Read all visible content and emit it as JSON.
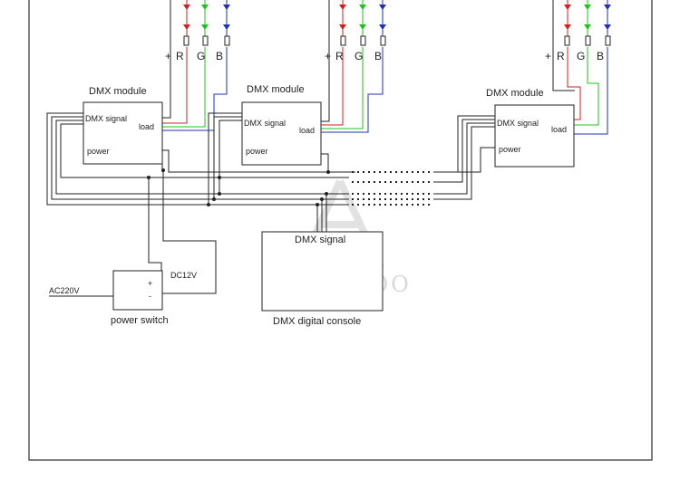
{
  "modules": [
    {
      "title": "DMX module",
      "signal": "DMX signal",
      "load": "load",
      "power": "power"
    },
    {
      "title": "DMX module",
      "signal": "DMX signal",
      "load": "load",
      "power": "power"
    },
    {
      "title": "DMX module",
      "signal": "DMX signal",
      "load": "load",
      "power": "power"
    }
  ],
  "rgb": {
    "plus": "+",
    "r": "R",
    "g": "G",
    "b": "B"
  },
  "console": {
    "signal": "DMX signal",
    "caption": "DMX digital console"
  },
  "power": {
    "input": "AC220V",
    "output": "DC12V",
    "plus": "+",
    "minus": "-",
    "caption": "power switch"
  },
  "watermark": {
    "text": "ILAMPOO"
  },
  "colors": {
    "red": "#d02020",
    "green": "#20c020",
    "blue": "#2030b0",
    "line": "#222222"
  }
}
